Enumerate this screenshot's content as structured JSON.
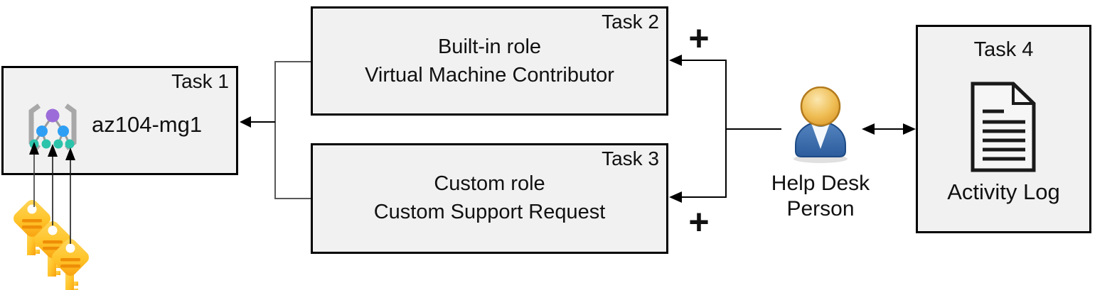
{
  "boxes": {
    "task1": {
      "tag": "Task 1",
      "label": "az104-mg1",
      "icon": "management-group-icon"
    },
    "task2": {
      "tag": "Task 2",
      "lines": [
        "Built-in role",
        "Virtual Machine Contributor"
      ]
    },
    "task3": {
      "tag": "Task 3",
      "lines": [
        "Custom role",
        "Custom Support Request"
      ]
    },
    "task4": {
      "tag": "Task 4",
      "label": "Activity Log",
      "icon": "document-icon"
    }
  },
  "actor": {
    "line1": "Help Desk",
    "line2": "Person",
    "icon": "person-icon"
  },
  "symbols": {
    "plus_top": "+",
    "plus_bottom": "+"
  },
  "icons": {
    "management-group-icon": "bracketed tree of nodes",
    "keys-icon": "three overlapping yellow keys",
    "person-icon": "blue-shirt person with orange head",
    "document-icon": "page with folded corner and text lines"
  },
  "colors": {
    "box_fill": "#f1f1f1",
    "box_border": "#000000",
    "connector": "#595959",
    "arrow": "#000000",
    "key_yellow": "#ffcf40",
    "key_orange": "#f89f0e",
    "key_bar_orange": "#ee8e06",
    "person_blue": "#3a6fad",
    "person_head_orange": "#e2a338",
    "mg_purple": "#9c6cd9",
    "mg_blue": "#2f9ff4",
    "mg_teal": "#2cc3ab",
    "bracket_gray": "#a8a8a8"
  }
}
